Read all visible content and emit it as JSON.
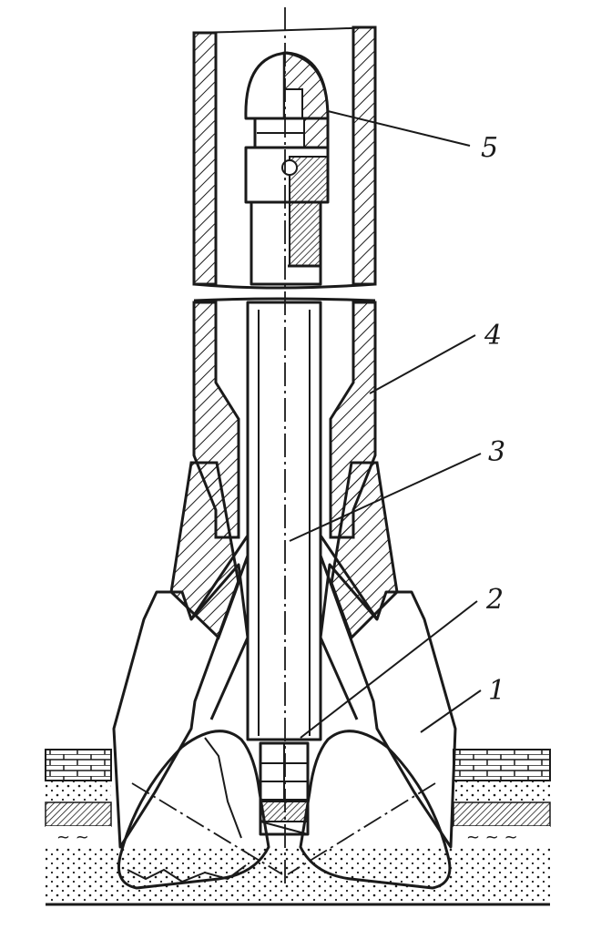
{
  "diagram": {
    "callouts": [
      {
        "id": "1",
        "label": "1"
      },
      {
        "id": "2",
        "label": "2"
      },
      {
        "id": "3",
        "label": "3"
      },
      {
        "id": "4",
        "label": "4"
      },
      {
        "id": "5",
        "label": "5"
      }
    ]
  },
  "colors": {
    "ink": "#1a1a1a",
    "paper": "#ffffff",
    "strata_shade": "#8a8a8a"
  }
}
